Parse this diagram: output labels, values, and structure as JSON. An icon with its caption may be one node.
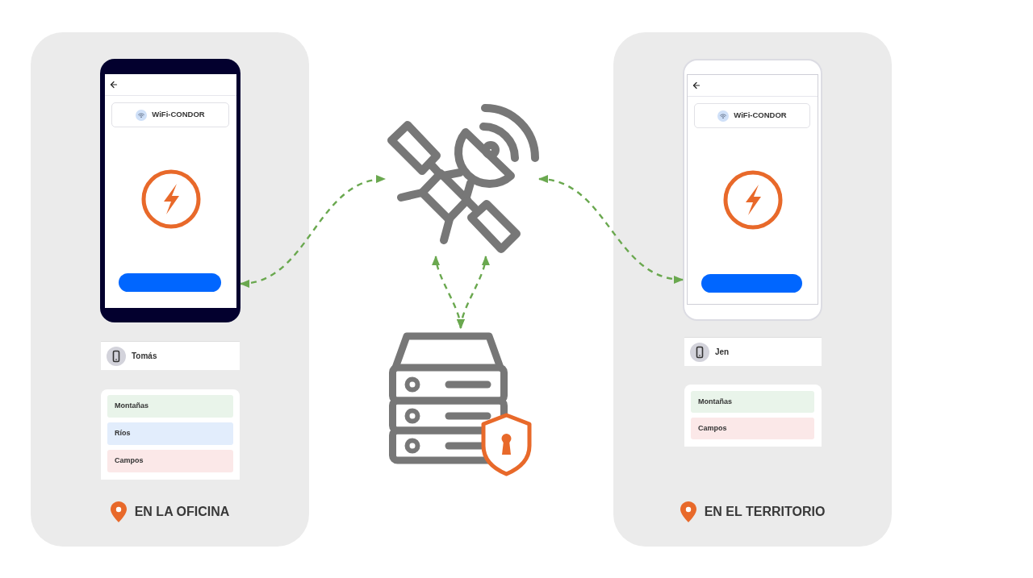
{
  "diagram": {
    "nodes": [
      {
        "text": [
          "EN LA OFICINA"
        ]
      },
      {
        "text": [
          "WiFi-CONDOR"
        ],
        "in": 0
      },
      {
        "text": [
          "Tomás"
        ],
        "in": 0
      },
      {
        "text": [],
        "shape": "box",
        "in": 0
      },
      {
        "text": [
          "Montañas"
        ],
        "in": 3
      },
      {
        "text": [
          "Ríos"
        ],
        "in": 3
      },
      {
        "text": [
          "Campos"
        ],
        "in": 3
      },
      {
        "text": [],
        "shape": "picture"
      },
      {
        "text": [],
        "shape": "picture"
      },
      {
        "text": [
          "EN EL TERRITORIO"
        ]
      },
      {
        "text": [
          "WiFi-CONDOR"
        ],
        "in": 9
      },
      {
        "text": [
          "Jen"
        ],
        "in": 9
      },
      {
        "text": [],
        "shape": "box",
        "in": 9
      },
      {
        "text": [
          "Montañas"
        ],
        "in": 12
      },
      {
        "text": [
          "Campos"
        ],
        "in": 12
      }
    ],
    "edges": [
      {
        "from": 1,
        "to": 7,
        "arrow": "both",
        "style": "dashed"
      },
      {
        "from": 10,
        "to": 7,
        "arrow": "both",
        "style": "dashed"
      },
      {
        "from": 8,
        "to": 7,
        "arrow": "both",
        "style": "dashed"
      },
      {
        "from": 8,
        "to": 7,
        "arrow": "both",
        "style": "dashed"
      }
    ]
  }
}
